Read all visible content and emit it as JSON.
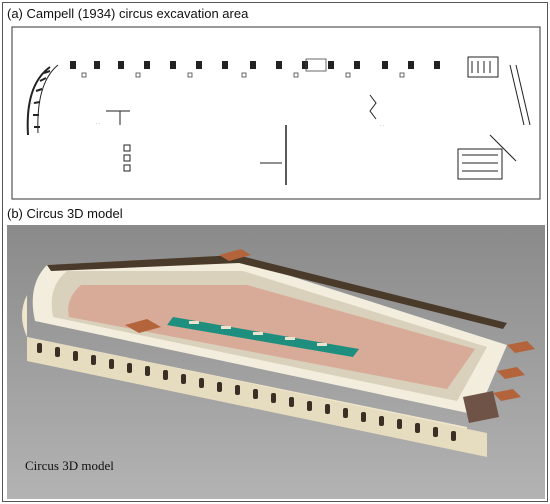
{
  "figure": {
    "caption_a": "(a) Campell (1934) circus excavation area",
    "caption_b": "(b) Circus 3D model",
    "model_label": "Circus 3D model"
  }
}
